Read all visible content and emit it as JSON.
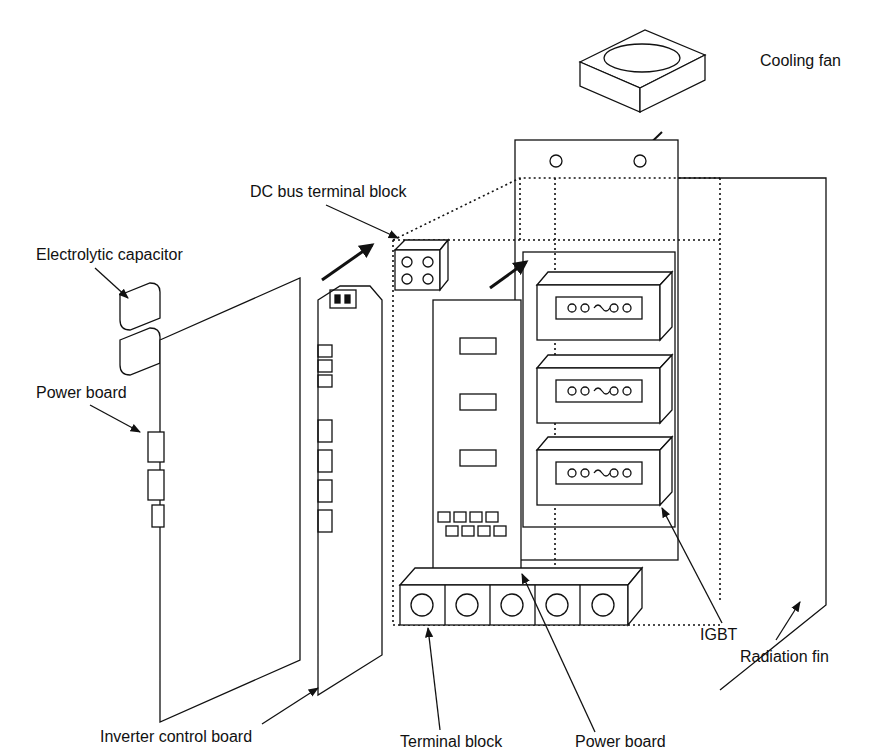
{
  "diagram": {
    "labels": [
      "Cooling fan",
      "DC bus terminal block",
      "Electrolytic capacitor",
      "Power board",
      "Radiation fin",
      "IGBT",
      "Inverter control board",
      "Terminal block",
      "Power board"
    ]
  }
}
